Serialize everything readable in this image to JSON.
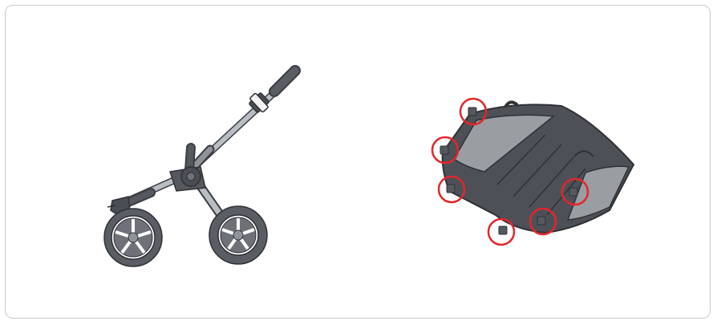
{
  "figure": {
    "left_illustration": "stroller-chassis",
    "right_illustration": "underseat-basket",
    "attachment_points": 6
  },
  "colors": {
    "panel_border": "#c8c8c8",
    "frame_metal": "#b9bec4",
    "frame_outline": "#3a3d42",
    "dark_part": "#55595f",
    "wheel_tire": "#5a5e64",
    "wheel_hub": "#8f949a",
    "basket_body": "#4d5157",
    "basket_fabric": "#9a9ea3",
    "highlight_circle": "#e3262b"
  }
}
